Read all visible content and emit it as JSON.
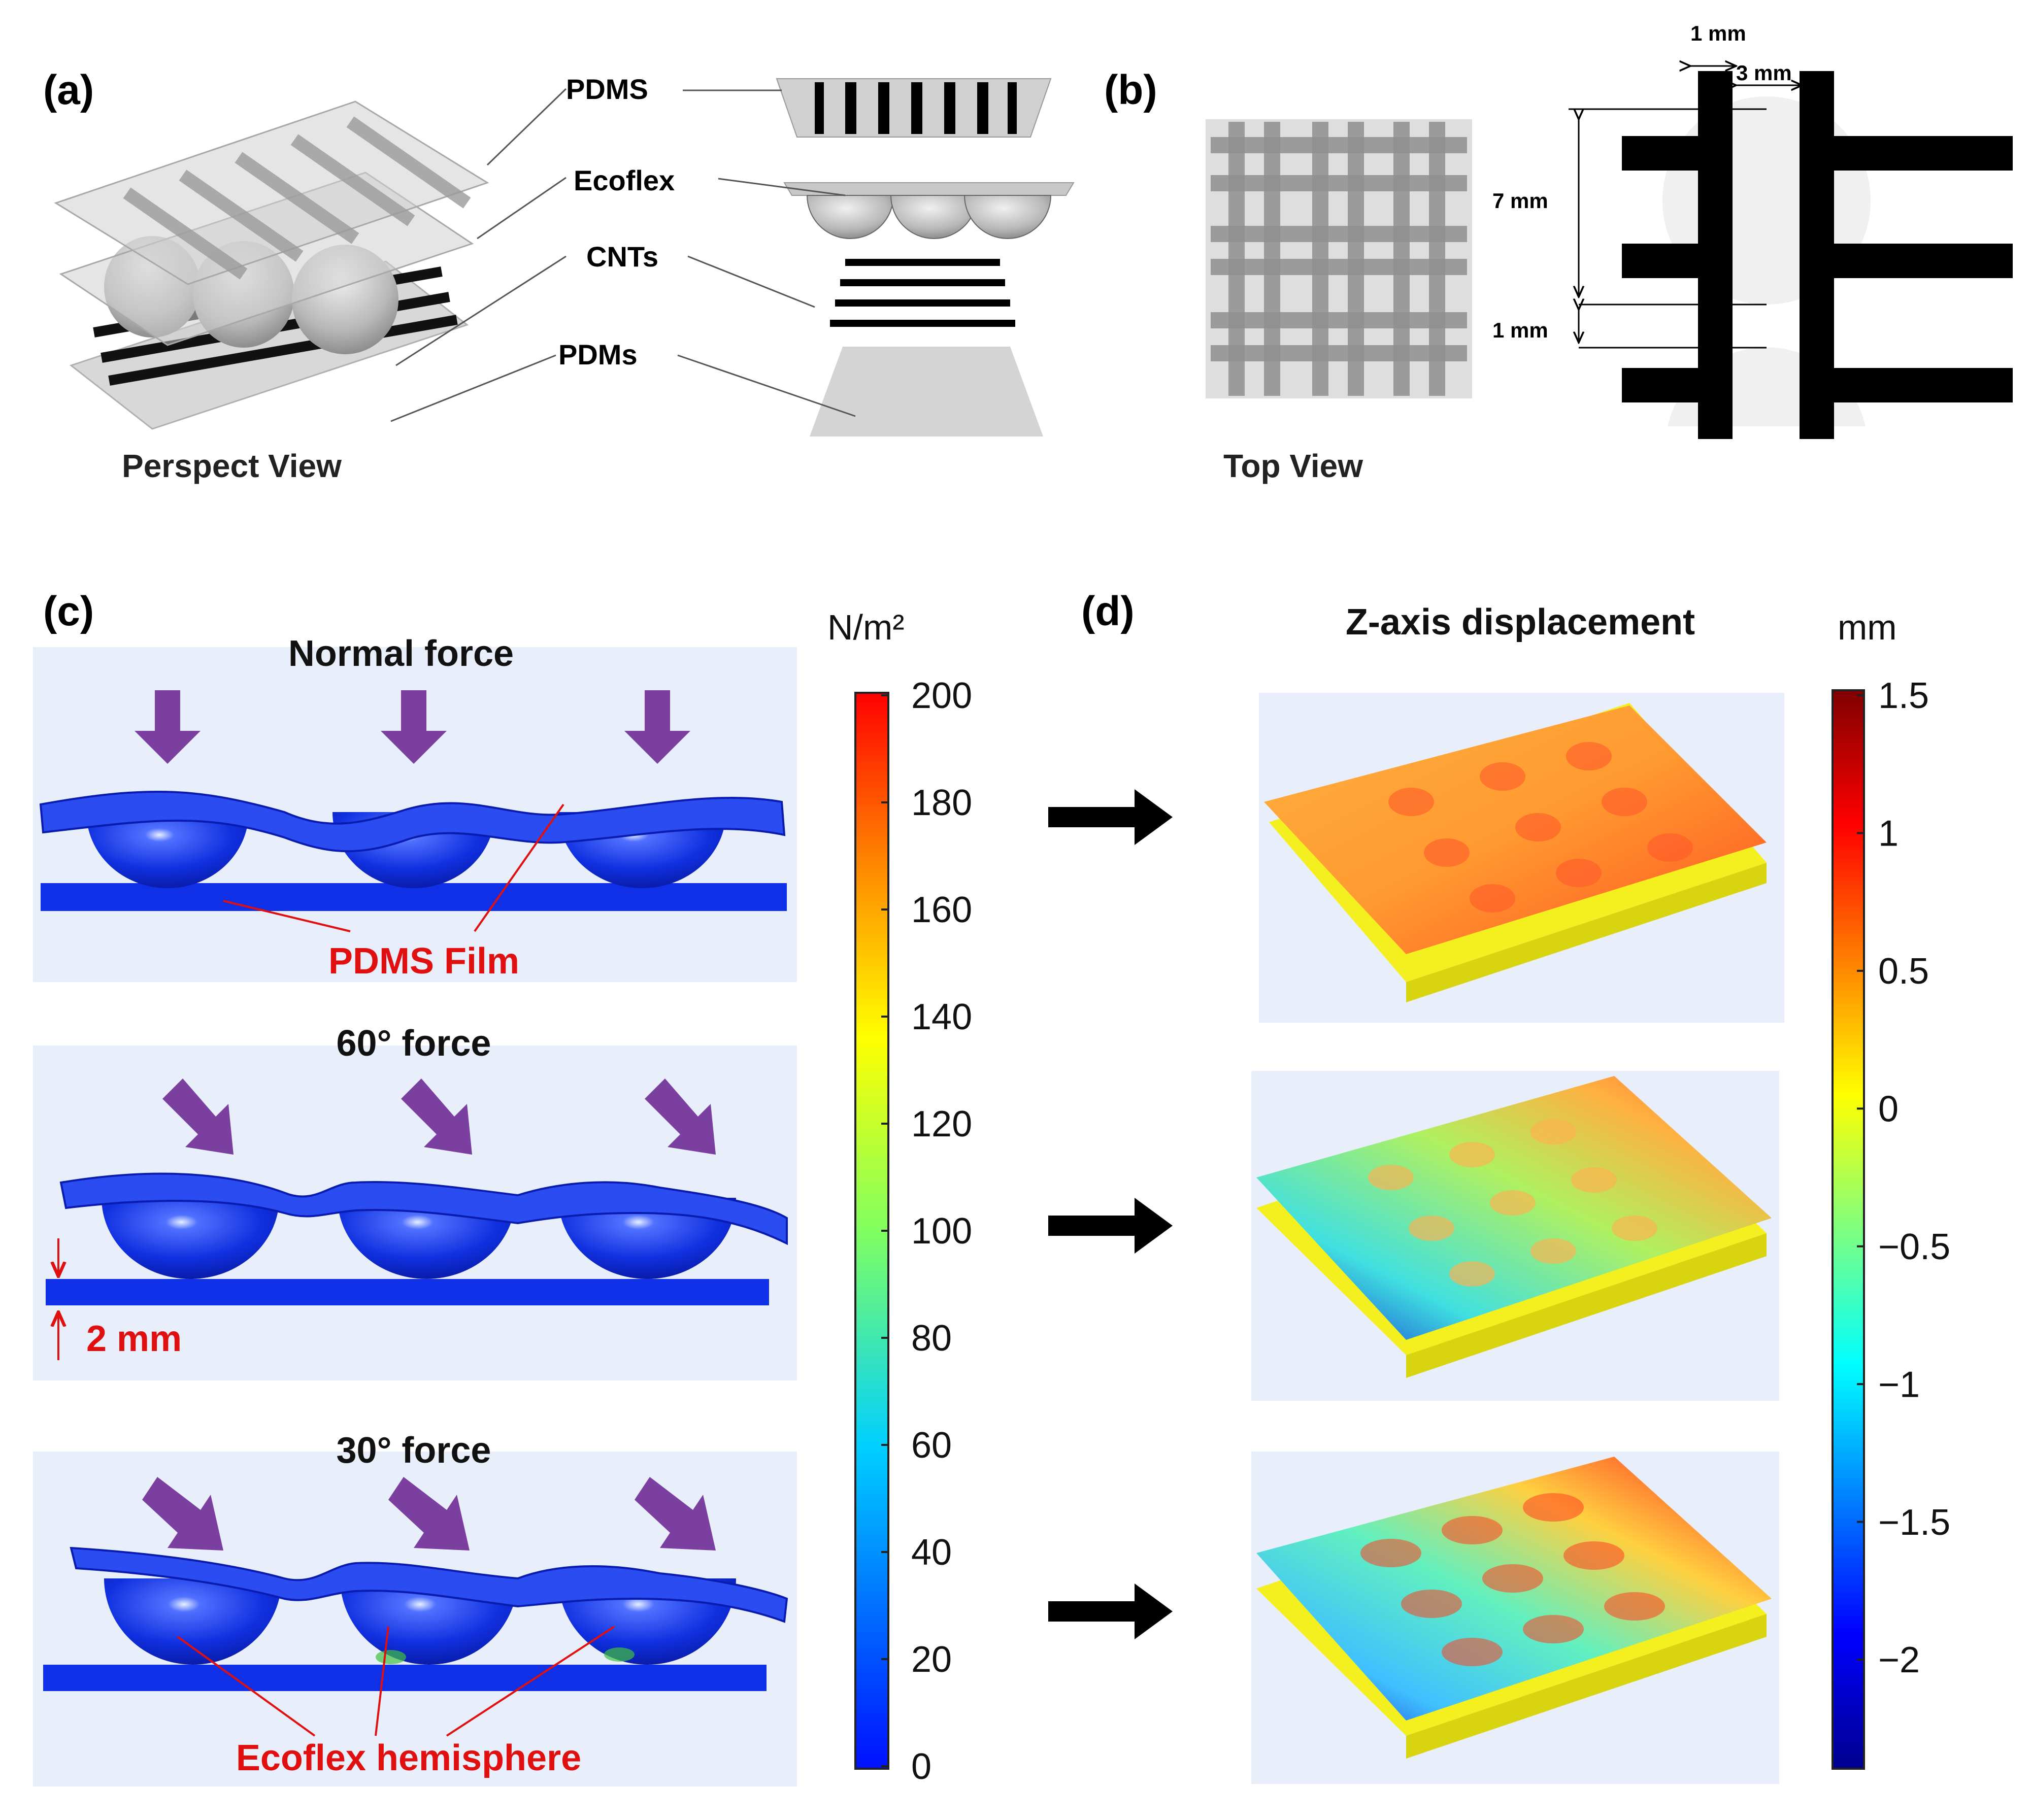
{
  "panel_a": {
    "label": "(a)",
    "layers": [
      "PDMS",
      "Ecoflex",
      "CNTs",
      "PDMs"
    ],
    "caption": "Perspect View"
  },
  "panel_b": {
    "label": "(b)",
    "caption": "Top View",
    "dims": {
      "top_width": "1 mm",
      "gap": "3 mm",
      "height": "7 mm",
      "spacing": "1 mm"
    }
  },
  "panel_c": {
    "label": "(c)",
    "unit": "N/m²",
    "titles": [
      "Normal force",
      "60° force",
      "30° force"
    ],
    "annot_film": "PDMS Film",
    "annot_gap": "2 mm",
    "annot_hemi": "Ecoflex hemisphere",
    "colorbar_ticks": [
      "200",
      "180",
      "160",
      "140",
      "120",
      "100",
      "80",
      "60",
      "40",
      "20",
      "0"
    ]
  },
  "panel_d": {
    "label": "(d)",
    "title": "Z-axis displacement",
    "unit": "mm",
    "colorbar_ticks": [
      "1.5",
      "1",
      "0.5",
      "0",
      "−0.5",
      "−1",
      "−1.5",
      "−2"
    ]
  },
  "colors": {
    "purple_arrow": "#7b3fa0",
    "annotation_red": "#e01010",
    "sim_blue": "#1030e8",
    "substrate_yellow": "#f4f020",
    "panel_bg": "#e8eefa"
  }
}
